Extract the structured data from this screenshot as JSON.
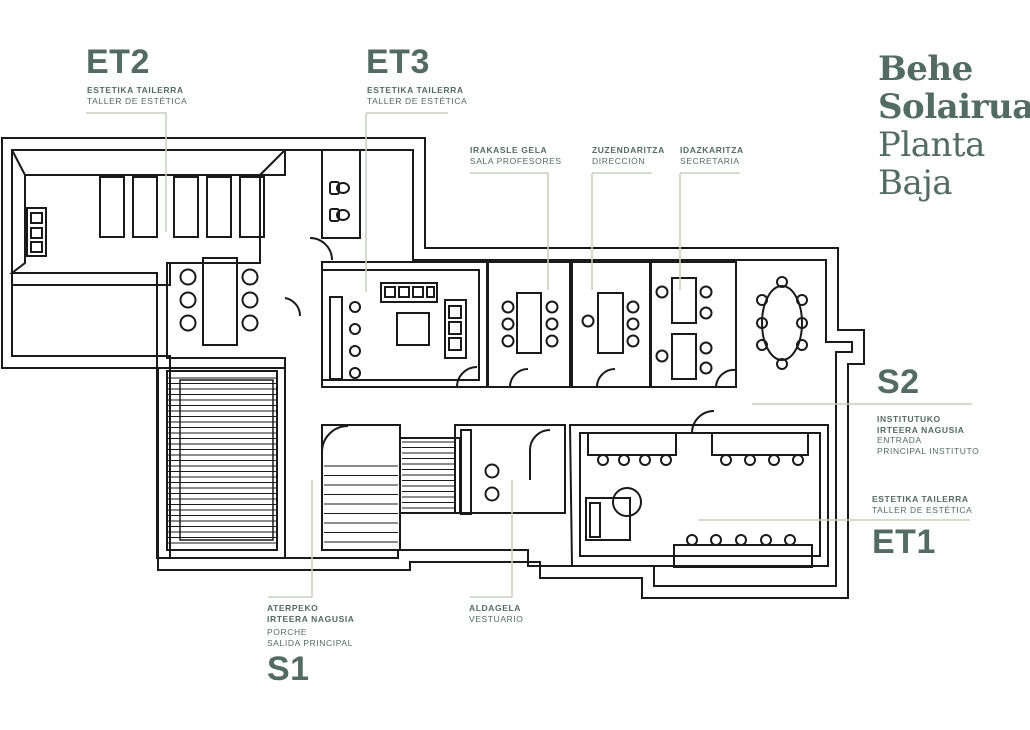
{
  "title": {
    "line1": "Behe",
    "line2": "Solairua",
    "line3": "Planta",
    "line4": "Baja"
  },
  "colors": {
    "ink": "#1a1a1a",
    "accent": "#546b63",
    "leader": "#c9cfbf"
  },
  "spaces": {
    "et2": {
      "code": "ET2",
      "eu": "ESTETIKA TAILERRA",
      "es": "TALLER DE ESTÉTICA"
    },
    "et3": {
      "code": "ET3",
      "eu": "ESTETIKA TAILERRA",
      "es": "TALLER DE ESTÉTICA"
    },
    "irakasle": {
      "eu": "IRAKASLE GELA",
      "es": "SALA PROFESORES"
    },
    "zuzendaritza": {
      "eu": "ZUZENDARITZA",
      "es": "DIRECCIÓN"
    },
    "idazkaritza": {
      "eu": "IDAZKARITZA",
      "es": "SECRETARIA"
    },
    "s2": {
      "code": "S2",
      "eu1": "INSTITUTUKO",
      "eu2": "IRTEERA NAGUSIA",
      "es1": "ENTRADA",
      "es2": "PRINCIPAL INSTITUTO"
    },
    "et1": {
      "code": "ET1",
      "eu": "ESTETIKA TAILERRA",
      "es": "TALLER DE ESTÉTICA"
    },
    "aldagela": {
      "eu": "ALDAGELA",
      "es": "VESTUARIO"
    },
    "s1": {
      "code": "S1",
      "eu1": "ATERPEKO",
      "eu2": "IRTEERA NAGUSIA",
      "es1": "PORCHE",
      "es2": "SALIDA PRINCIPAL"
    }
  }
}
